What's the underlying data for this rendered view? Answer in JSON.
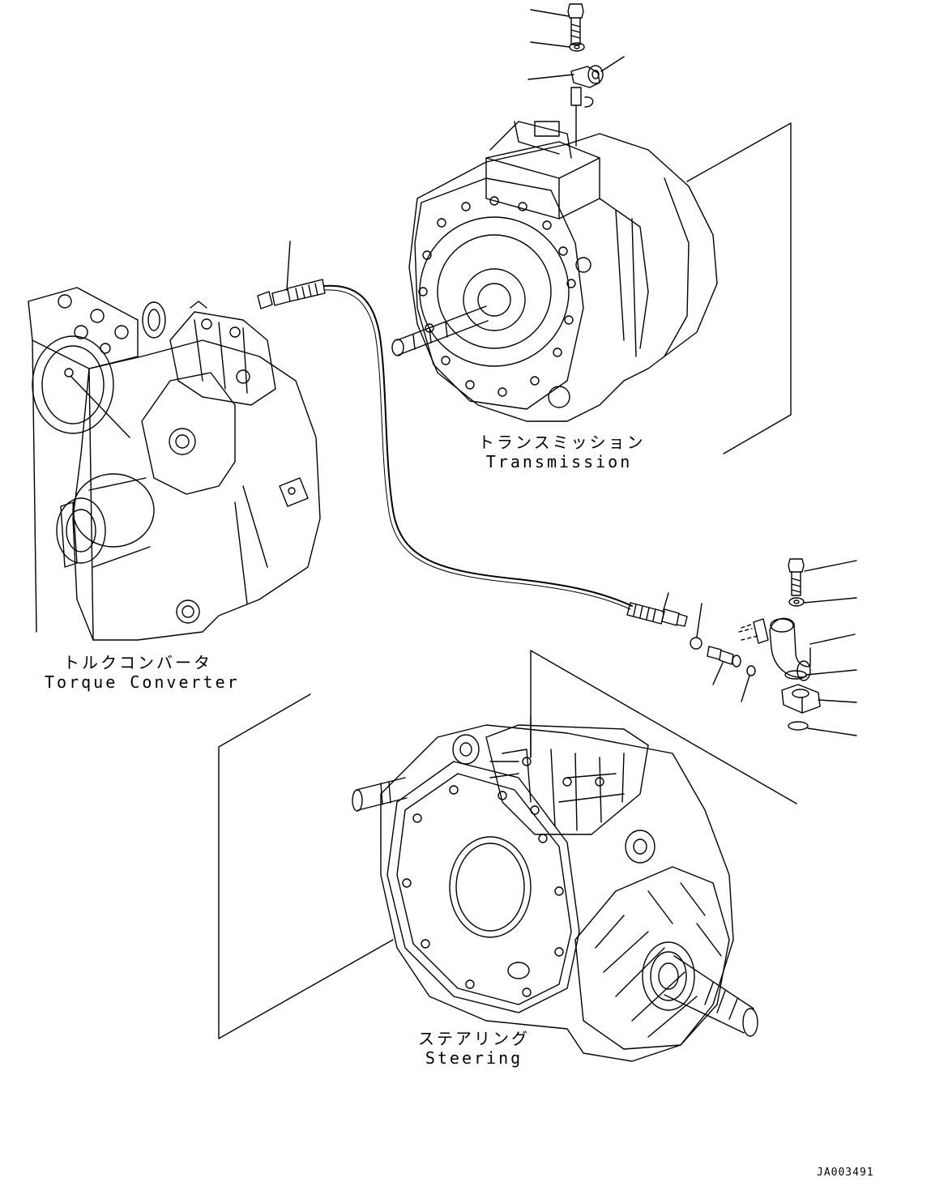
{
  "labels": {
    "transmission": {
      "jp": "トランスミッション",
      "en": "Transmission"
    },
    "torque_converter": {
      "jp": "トルクコンバータ",
      "en": "Torque Converter"
    },
    "steering": {
      "jp": "ステアリング",
      "en": "Steering"
    }
  },
  "document_id": "JA003491",
  "colors": {
    "line": "#000000",
    "background": "#ffffff"
  }
}
